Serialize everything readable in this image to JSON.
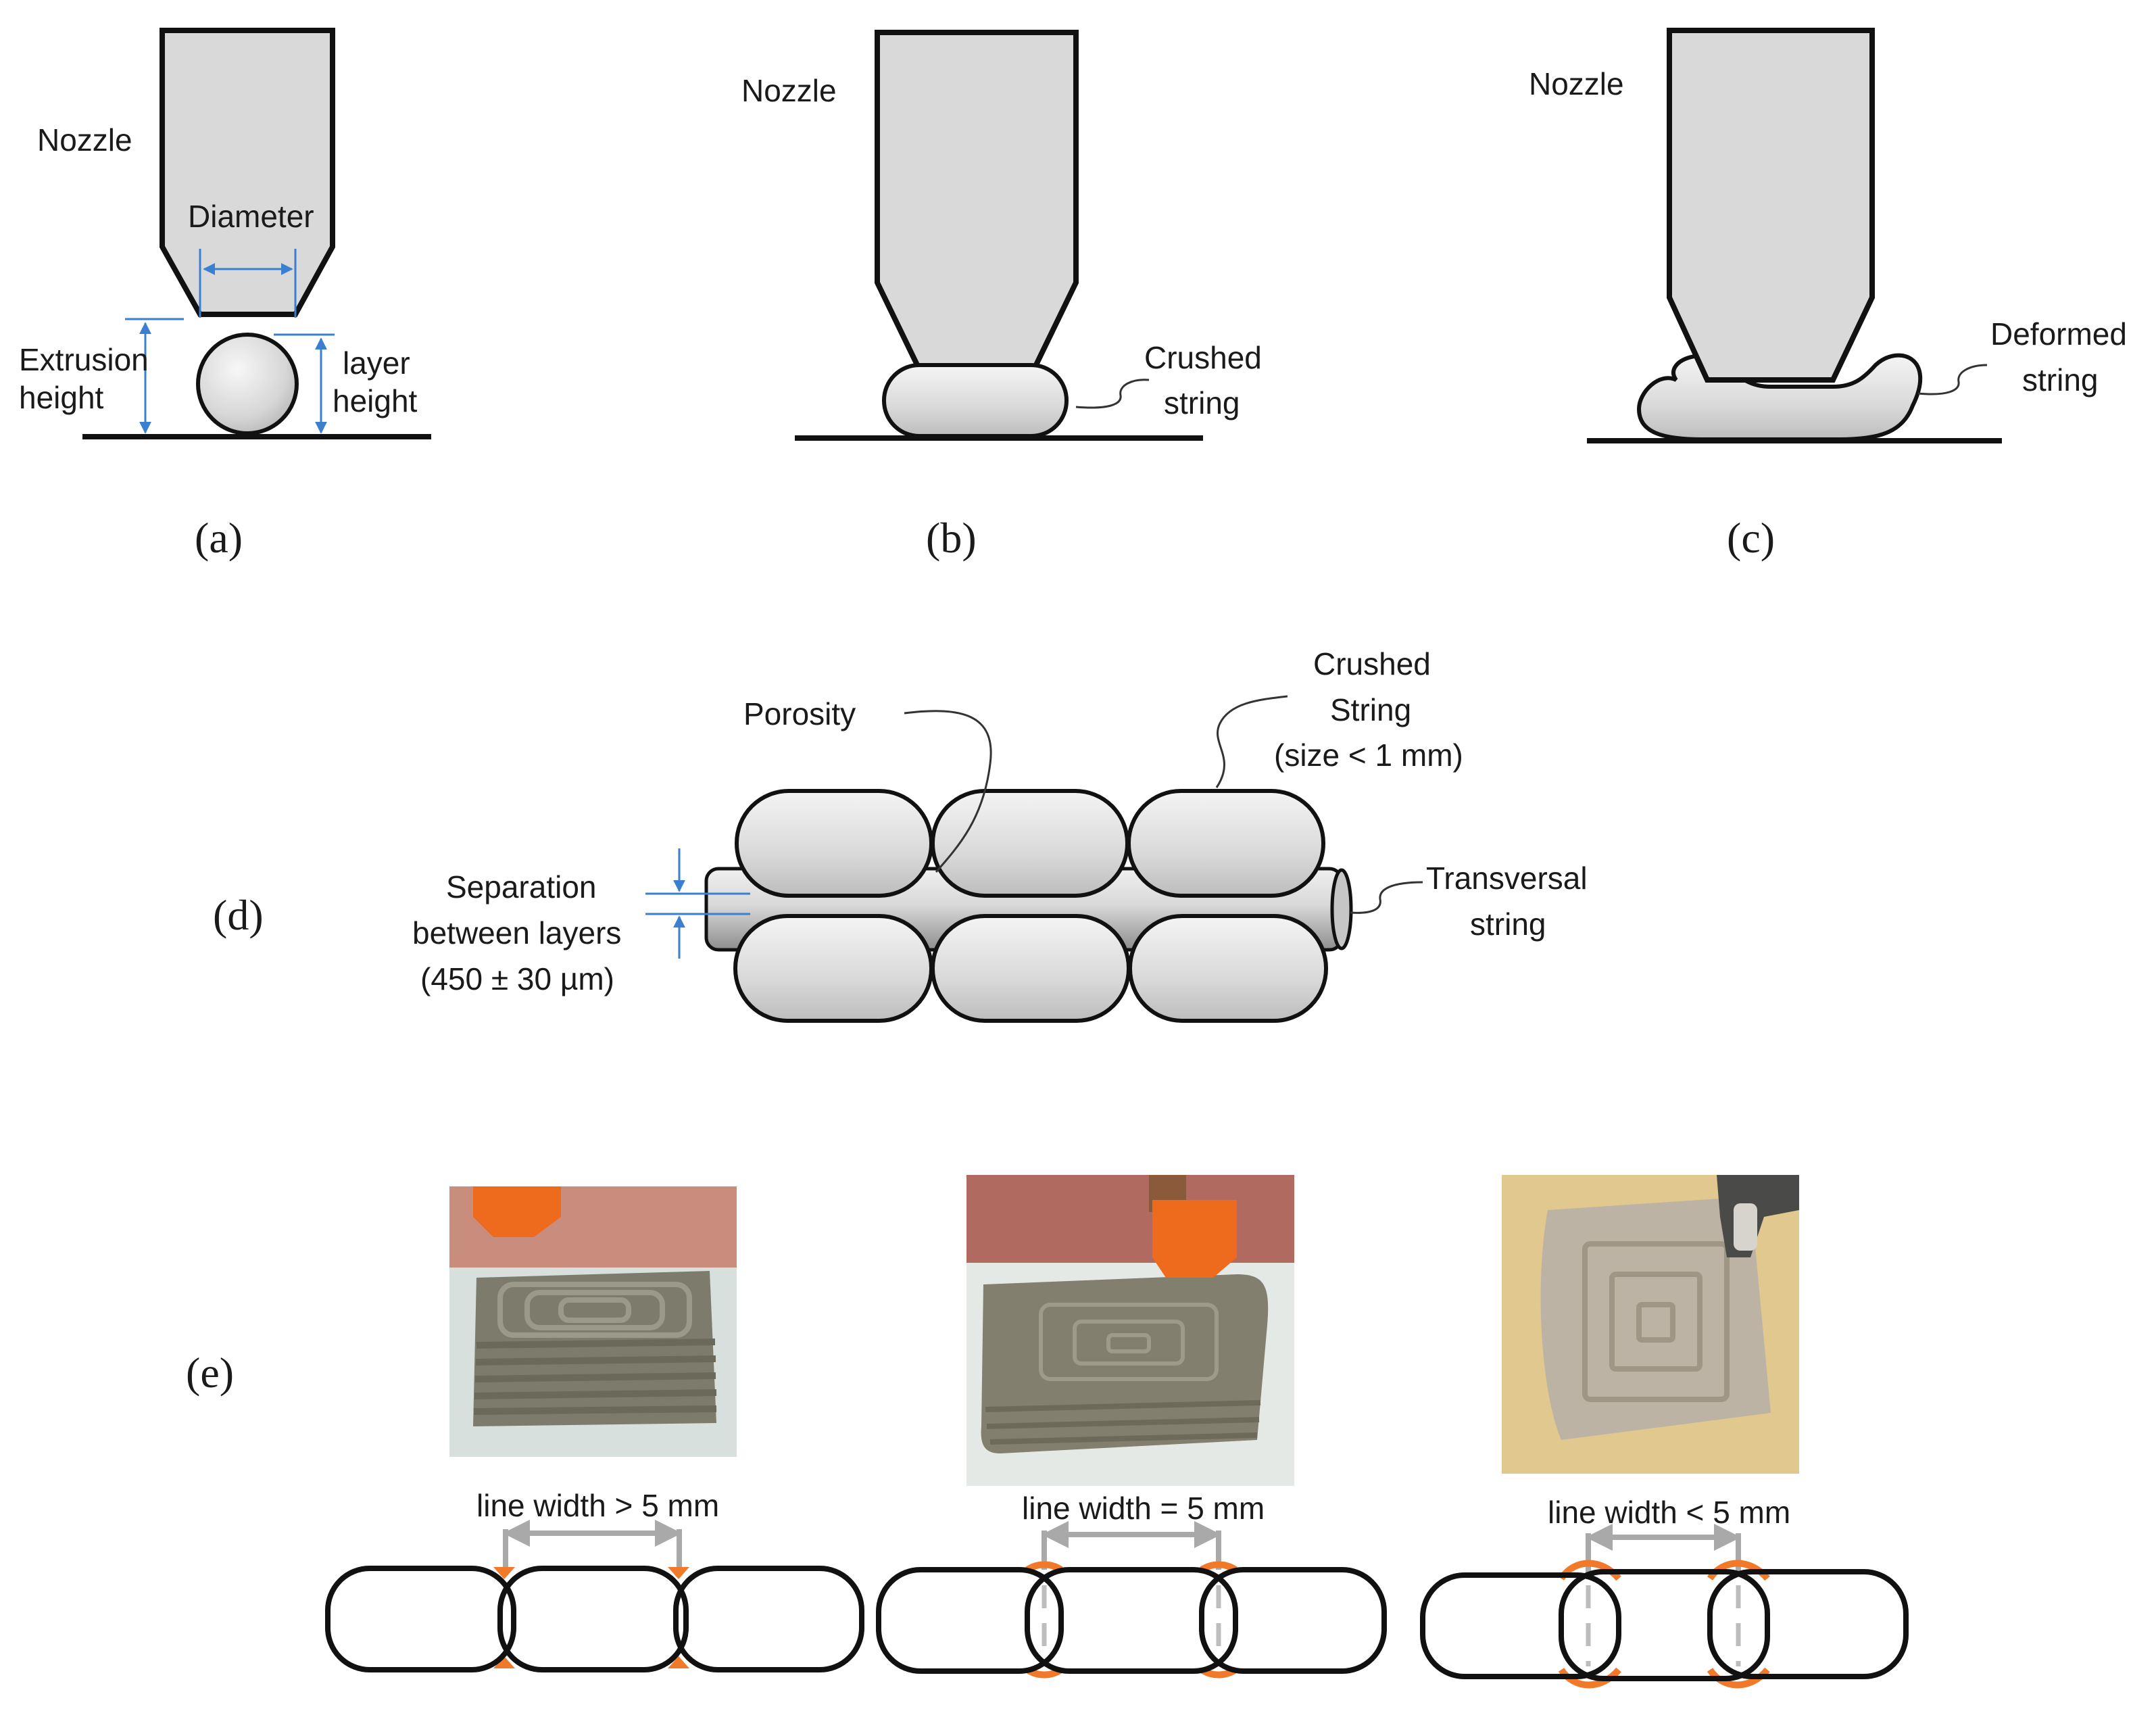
{
  "panels": {
    "a": {
      "label": "(a)",
      "nozzle": "Nozzle",
      "diameter": "Diameter",
      "extrusion_height": [
        "Extrusion",
        "height"
      ],
      "layer_height": [
        "layer",
        "height"
      ]
    },
    "b": {
      "label": "(b)",
      "nozzle": "Nozzle",
      "callout": [
        "Crushed",
        "string"
      ]
    },
    "c": {
      "label": "(c)",
      "nozzle": "Nozzle",
      "callout": [
        "Deformed",
        "string"
      ]
    },
    "d": {
      "label": "(d)",
      "porosity": "Porosity",
      "crushed": [
        "Crushed",
        "String",
        "(size < 1 mm)"
      ],
      "separation": [
        "Separation",
        "between layers",
        "(450 ± 30 µm)"
      ],
      "transversal": [
        "Transversal",
        "string"
      ]
    },
    "e": {
      "label": "(e)",
      "widths": [
        "line width > 5 mm",
        "line width = 5 mm",
        "line width < 5 mm"
      ]
    }
  },
  "colors": {
    "ink": "#111111",
    "fill": "#dcdcdc",
    "dimension": "#3a7fd0",
    "overlap": "#f07a2a",
    "width_bar": "#a9a9a9",
    "clay": "#7d7c6c",
    "nozzle_orange": "#ee6a1c"
  }
}
